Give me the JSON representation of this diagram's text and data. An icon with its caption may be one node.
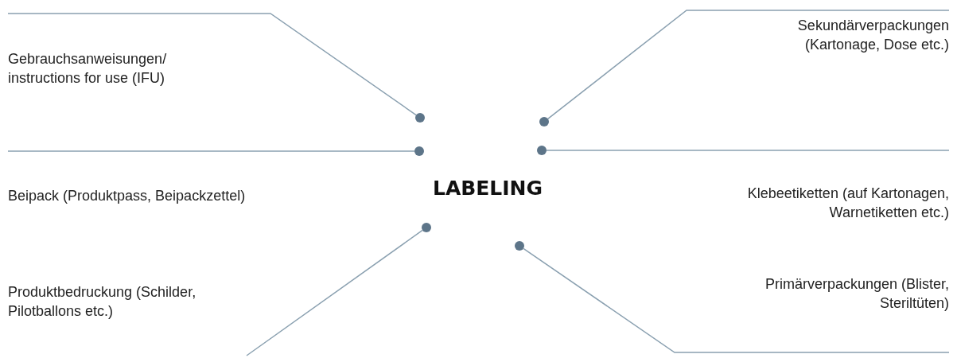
{
  "diagram": {
    "nodes": [
      {
        "text": [
          "Gebrauchsanweisungen/ instructions for use (IFU)"
        ]
      },
      {
        "text": [
          "Sekundärverpackungen (Kartonage, Dose etc.)"
        ]
      },
      {
        "text": [
          "Beipack (Produktpass, Beipackzettel)"
        ]
      },
      {
        "text": [
          "LABELING"
        ]
      },
      {
        "text": [
          "Klebeetiketten (auf Kartonagen, Warnetiketten etc.)"
        ]
      },
      {
        "text": [
          "Produktbedruckung (Schilder, Pilotballons etc.)"
        ]
      },
      {
        "text": [
          "Primärverpackungen (Blister, Steriltüten)"
        ]
      },
      {
        "text": [],
        "shape": "circle"
      },
      {
        "text": [],
        "shape": "circle"
      },
      {
        "text": [],
        "shape": "circle"
      },
      {
        "text": [],
        "shape": "circle"
      },
      {
        "text": [],
        "shape": "circle"
      },
      {
        "text": [],
        "shape": "circle"
      }
    ],
    "edges": [
      {
        "from": 0,
        "to": 7,
        "arrow": "none"
      },
      {
        "from": 1,
        "to": 8,
        "arrow": "none"
      },
      {
        "from": 2,
        "to": 9,
        "arrow": "none"
      },
      {
        "from": 4,
        "to": 10,
        "arrow": "none"
      },
      {
        "from": 5,
        "to": 11,
        "arrow": "none"
      },
      {
        "from": 6,
        "to": 12,
        "arrow": "none"
      }
    ]
  }
}
